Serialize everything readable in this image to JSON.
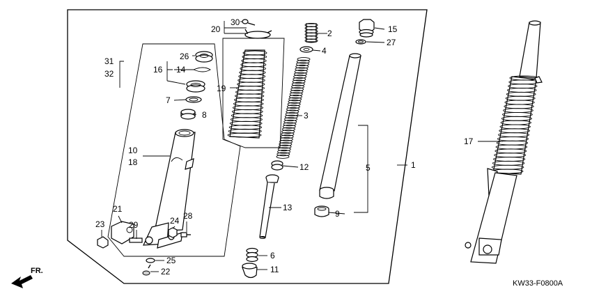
{
  "diagram": {
    "code": "KW33-F0800A",
    "front": "FR.",
    "callouts": [
      "1",
      "2",
      "3",
      "4",
      "5",
      "6",
      "7",
      "8",
      "9",
      "10",
      "11",
      "12",
      "13",
      "14",
      "15",
      "16",
      "17",
      "18",
      "19",
      "20",
      "21",
      "22",
      "23",
      "24",
      "25",
      "26",
      "27",
      "28",
      "29",
      "30",
      "31",
      "32"
    ]
  }
}
